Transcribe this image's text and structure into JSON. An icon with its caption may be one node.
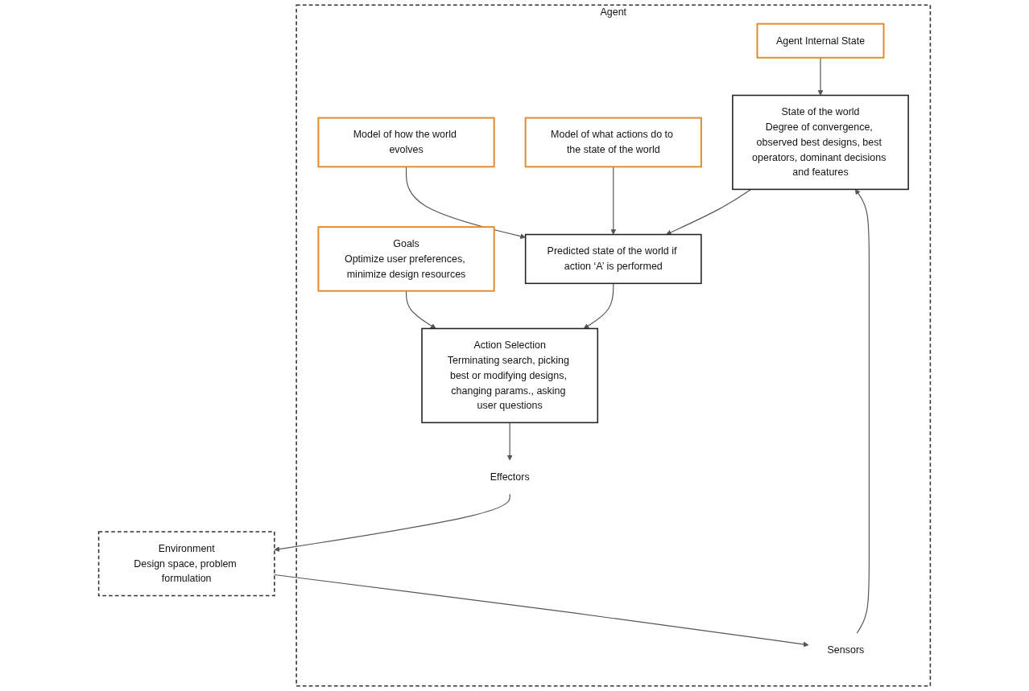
{
  "diagram": {
    "nodes": [
      {
        "text": [
          "Agent"
        ]
      },
      {
        "text": [
          "Sensors"
        ],
        "in": 0
      },
      {
        "text": [
          "State of the world",
          "Degree of convergence, observed best designs, best operators, dominant decisions and features"
        ],
        "in": 0
      },
      {
        "text": [
          "Agent Internal State"
        ],
        "in": 0
      },
      {
        "text": [
          "Model of how the world evolves"
        ],
        "in": 0
      },
      {
        "text": [
          "Predicted state of the world if action ‘A’ is performed"
        ],
        "in": 0
      },
      {
        "text": [
          "Model of what actions do to the state of the world"
        ],
        "in": 0
      },
      {
        "text": [
          "Goals",
          "Optimize user preferences, minimize design resources"
        ],
        "in": 0
      },
      {
        "text": [
          "Action Selection",
          "Terminating search, picking best or modifying designs, changing params., asking user questions"
        ],
        "in": 0
      },
      {
        "text": [
          "Effectors"
        ],
        "in": 0
      },
      {
        "text": [
          "Environment",
          "Design space, problem formulation"
        ]
      }
    ],
    "edges": [
      {
        "from": 10,
        "to": 1,
        "arrow": "to"
      },
      {
        "from": 1,
        "to": 2,
        "arrow": "to"
      },
      {
        "from": 3,
        "to": 2,
        "arrow": "to"
      },
      {
        "from": 2,
        "to": 5,
        "arrow": "to"
      },
      {
        "from": 4,
        "to": 5,
        "arrow": "to"
      },
      {
        "from": 6,
        "to": 5,
        "arrow": "to"
      },
      {
        "from": 5,
        "to": 8,
        "arrow": "to"
      },
      {
        "from": 7,
        "to": 8,
        "arrow": "to"
      },
      {
        "from": 8,
        "to": 9,
        "arrow": "to"
      },
      {
        "from": 9,
        "to": 10,
        "arrow": "to"
      }
    ]
  }
}
